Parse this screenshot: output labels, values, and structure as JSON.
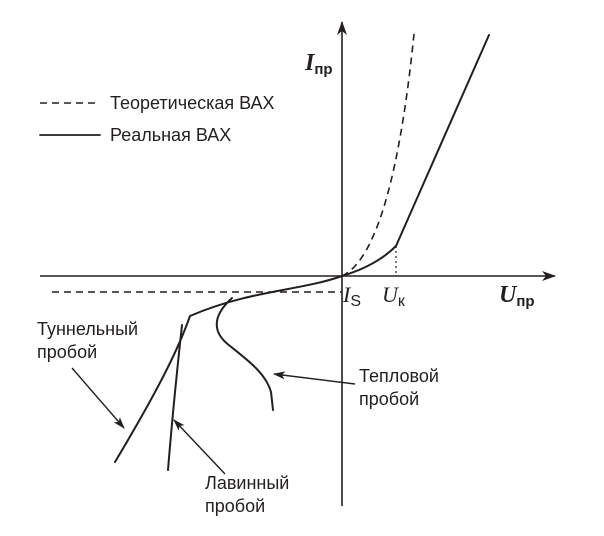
{
  "axes": {
    "y_symbol": "I",
    "y_subscript": "пр",
    "x_symbol": "U",
    "x_subscript": "пр"
  },
  "legend": {
    "theoretical": "Теоретическая ВАХ",
    "real": "Реальная ВАХ"
  },
  "marks": {
    "is_symbol": "I",
    "is_subscript": "S",
    "uk_symbol": "U",
    "uk_subscript": "к"
  },
  "breakdowns": {
    "tunnel_line1": "Туннельный",
    "tunnel_line2": "пробой",
    "avalanche_line1": "Лавинный",
    "avalanche_line2": "пробой",
    "thermal_line1": "Тепловой",
    "thermal_line2": "пробой"
  }
}
